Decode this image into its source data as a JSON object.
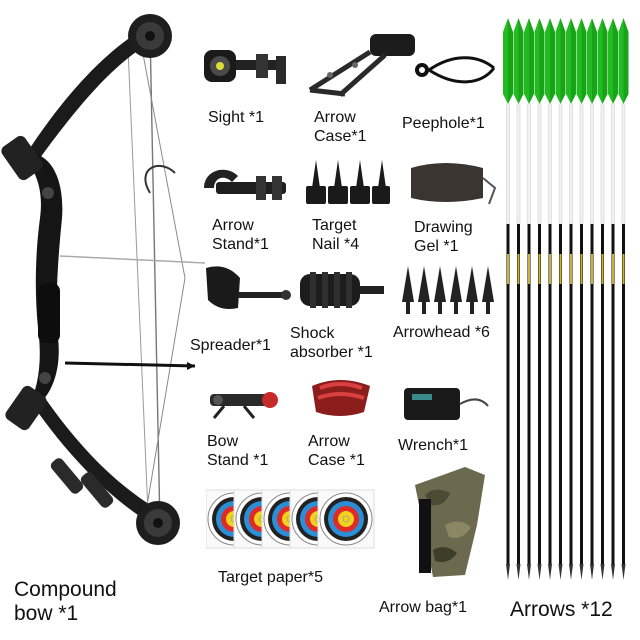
{
  "products": [
    {
      "id": "sight",
      "label": "Sight *1",
      "icon": "sight-icon"
    },
    {
      "id": "arrow-case-1",
      "label": "Arrow\nCase*1",
      "icon": "arrow-rest-rack-icon"
    },
    {
      "id": "peephole",
      "label": "Peephole*1",
      "icon": "peephole-icon"
    },
    {
      "id": "arrow-stand",
      "label": "Arrow\nStand*1",
      "icon": "arrow-rest-icon"
    },
    {
      "id": "target-nail",
      "label": "Target\nNail *4",
      "icon": "target-nail-icon"
    },
    {
      "id": "drawing-gel",
      "label": "Drawing\nGel *1",
      "icon": "finger-guard-icon"
    },
    {
      "id": "spreader",
      "label": "Spreader*1",
      "icon": "release-aid-icon"
    },
    {
      "id": "shock-absorber",
      "label": "Shock\nabsorber *1",
      "icon": "stabilizer-icon"
    },
    {
      "id": "arrowhead",
      "label": "Arrowhead *6",
      "icon": "broadhead-icon"
    },
    {
      "id": "bow-stand",
      "label": "Bow\nStand *1",
      "icon": "bow-stand-icon"
    },
    {
      "id": "arrow-case-2",
      "label": "Arrow\nCase *1",
      "icon": "quiver-icon"
    },
    {
      "id": "wrench",
      "label": "Wrench*1",
      "icon": "wrench-case-icon"
    },
    {
      "id": "target-paper",
      "label": "Target paper*5",
      "icon": "target-face-icon"
    },
    {
      "id": "arrow-bag",
      "label": "Arrow bag*1",
      "icon": "camo-quiver-icon"
    }
  ],
  "bow": {
    "label": "Compound\n bow *1",
    "icon": "compound-bow-icon"
  },
  "arrows": {
    "label": "Arrows *12",
    "count": 12,
    "icon": "arrow-icon",
    "fletching_color": "#22bb22"
  },
  "colors": {
    "target_yellow": "#f5d21a",
    "target_red": "#e02a2a",
    "target_blue": "#2a8fd6"
  }
}
